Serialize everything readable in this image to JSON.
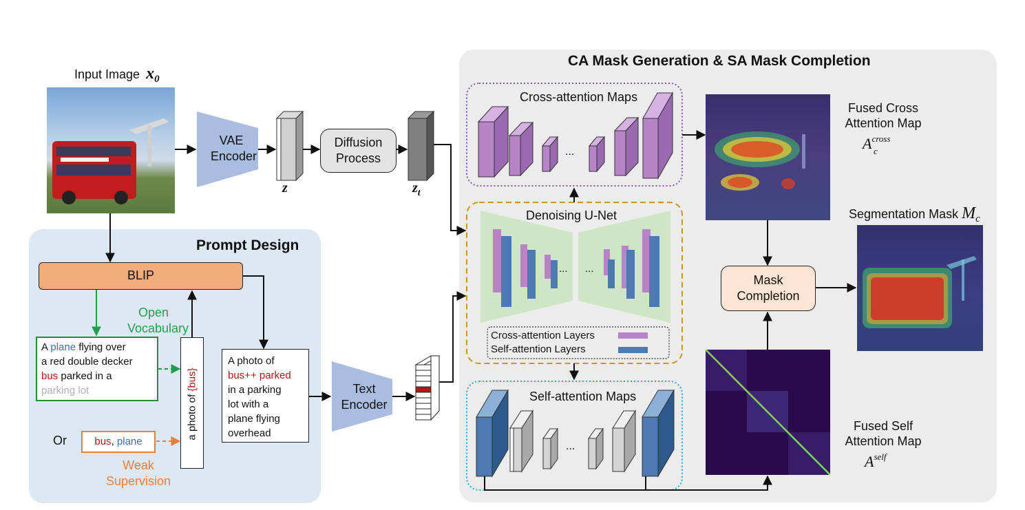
{
  "input": {
    "label": "Input Image",
    "symbol": "x",
    "sub": "0"
  },
  "vae": {
    "label_line1": "VAE",
    "label_line2": "Encoder",
    "z": "z"
  },
  "diffusion": {
    "line1": "Diffusion",
    "line2": "Process",
    "zt": "z",
    "zt_sub": "t"
  },
  "right_panel": {
    "title": "CA Mask Generation & SA Mask Completion"
  },
  "cross_maps": {
    "title": "Cross-attention Maps",
    "dots": "..."
  },
  "self_maps": {
    "title": "Self-attention Maps",
    "dots": "..."
  },
  "unet": {
    "title": "Denoising U-Net",
    "dots_left": "...",
    "dots_right": "...",
    "legend_cross": "Cross-attention Layers",
    "legend_self": "Self-attention Layers"
  },
  "fused_cross": {
    "line1": "Fused Cross",
    "line2": "Attention Map",
    "sym": "A",
    "sup": "cross",
    "sub": "c"
  },
  "fused_self": {
    "line1": "Fused Self",
    "line2": "Attention Map",
    "sym": "A",
    "sup": "self"
  },
  "seg_mask": {
    "label": "Segmentation Mask",
    "sym": "M",
    "sub": "c"
  },
  "mask_completion": {
    "line1": "Mask",
    "line2": "Completion"
  },
  "prompt_panel": {
    "title": "Prompt Design"
  },
  "blip": {
    "label": "BLIP"
  },
  "open_vocab": {
    "line1": "Open",
    "line2": "Vocabulary"
  },
  "weak_sup": {
    "line1": "Weak",
    "line2": "Supervision"
  },
  "caption": {
    "w1": "A",
    "w2": "plane",
    "w3": "flying over",
    "w4": "a red double decker",
    "w5": "bus",
    "w6": "parked in a",
    "w7": "parking lot"
  },
  "vertical_prompt": {
    "pre": "a photo of ",
    "braced": "{bus}"
  },
  "prompt": {
    "line1": "A photo of",
    "line2": "bus++ parked",
    "line3": "in a parking",
    "line4": "lot with a",
    "line5": "plane flying",
    "line6": "overhead"
  },
  "weak": {
    "or": "Or",
    "w1": "bus",
    "sep": ", ",
    "w2": "plane"
  },
  "text_encoder": {
    "line1": "Text",
    "line2": "Encoder"
  },
  "colors": {
    "cross": "#b784c8",
    "self": "#4a7ab0",
    "unet": "#cfe6c4",
    "blip": "#f1ad7e",
    "mask_completion": "#fde5d4"
  }
}
